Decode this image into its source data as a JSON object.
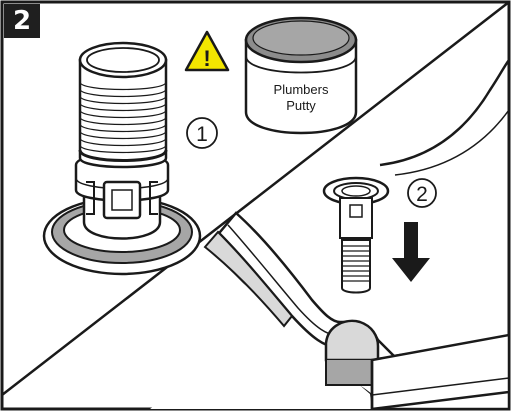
{
  "step": {
    "number": "2"
  },
  "warning": {
    "icon": "warning-triangle-icon",
    "symbol": "!",
    "color": "#f2e600"
  },
  "putty_can": {
    "label_line1": "Plumbers",
    "label_line2": "Putty"
  },
  "callouts": {
    "one": "1",
    "two": "2"
  },
  "colors": {
    "outline": "#1a1a1a",
    "frame": "#1a1a1a",
    "shade_light": "#d9d9d9",
    "shade_mid": "#a6a6a6",
    "shade_dark": "#8c8c8c"
  }
}
